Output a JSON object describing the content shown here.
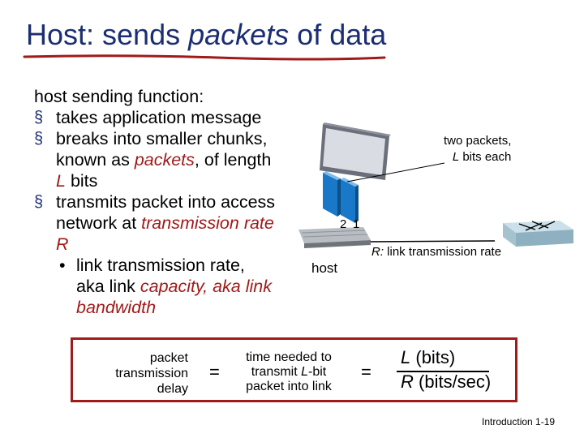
{
  "title": {
    "prefix": "Host: sends ",
    "emphasis": "packets",
    "suffix": " of data"
  },
  "bullets": {
    "lead": "host sending function:",
    "item1": "takes application message",
    "item2_pre": "breaks into smaller chunks, known as ",
    "item2_em": "packets",
    "item2_mid": ", of length ",
    "item2_var": "L",
    "item2_post": " bits",
    "item3_pre": "transmits packet into access network at ",
    "item3_em": "transmission rate R",
    "sub_pre": "link transmission rate, aka link ",
    "sub_em": "capacity, aka link bandwidth"
  },
  "diagram": {
    "note_line1": "two packets,",
    "note_var": "L",
    "note_line2_rest": " bits each",
    "packet_2": "2",
    "packet_1": "1",
    "rate_var": "R:",
    "rate_rest": " link transmission rate",
    "host_label": "host"
  },
  "formula": {
    "left": [
      "packet",
      "transmission",
      "delay"
    ],
    "equals1": "=",
    "mid_line1": "time needed to",
    "mid_line2_pre": "transmit ",
    "mid_line2_var": "L",
    "mid_line2_post": "-bit",
    "mid_line3": "packet into link",
    "equals2": "=",
    "num_var": "L",
    "num_rest": " (bits)",
    "den_var": "R",
    "den_rest": " (bits/sec)"
  },
  "footer": "Introduction 1-19",
  "colors": {
    "title": "#1c2e73",
    "accent": "#a01a1a",
    "packet": "#1a78c8"
  }
}
